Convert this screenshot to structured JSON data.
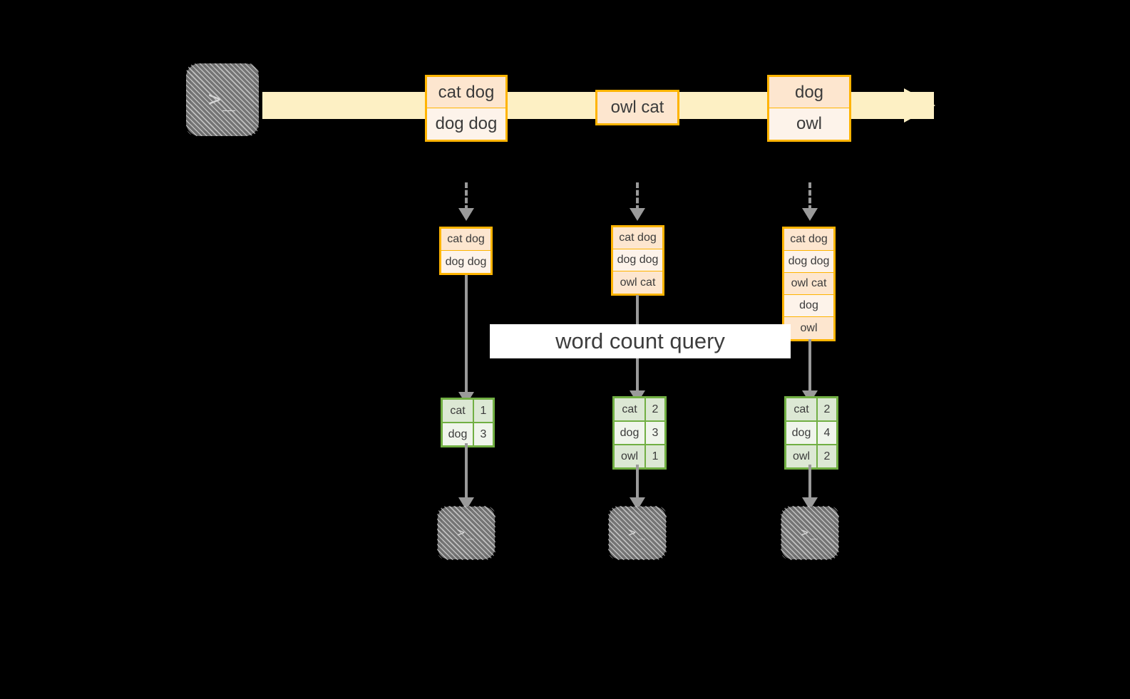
{
  "diagram": {
    "title": "word count streaming query",
    "colors": {
      "background": "#000000",
      "stream_fill": "#fdf0c4",
      "record_border": "#ffb400",
      "record_fill": "#fde6cf",
      "record_fill_alt": "#fdf3ea",
      "result_border": "#71af43",
      "result_fill": "#dce8d4",
      "result_fill_alt": "#f0f5ec",
      "arrow_gray": "#9a9a9a",
      "terminal_gray": "#757575",
      "label_band": "#ffffff",
      "text": "#3b3b3b"
    },
    "label": {
      "text": "word count query"
    },
    "source_terminal": {
      "icon": "terminal-prompt-icon",
      "glyph": ">_"
    },
    "stream_batches": [
      {
        "name": "batch-1",
        "lines": [
          "cat dog",
          "dog dog"
        ]
      },
      {
        "name": "batch-2",
        "lines": [
          "owl cat"
        ]
      },
      {
        "name": "batch-3",
        "lines": [
          "dog",
          "owl"
        ]
      }
    ],
    "triggers": [
      {
        "name": "trigger-1",
        "input_table": [
          "cat dog",
          "dog dog"
        ],
        "result_table": {
          "rows": [
            {
              "word": "cat",
              "count": "1"
            },
            {
              "word": "dog",
              "count": "3"
            }
          ]
        },
        "sink": {
          "icon": "terminal-prompt-icon",
          "glyph": ">_"
        }
      },
      {
        "name": "trigger-2",
        "input_table": [
          "cat dog",
          "dog dog",
          "owl cat"
        ],
        "result_table": {
          "rows": [
            {
              "word": "cat",
              "count": "2"
            },
            {
              "word": "dog",
              "count": "3"
            },
            {
              "word": "owl",
              "count": "1"
            }
          ]
        },
        "sink": {
          "icon": "terminal-prompt-icon",
          "glyph": ">_"
        }
      },
      {
        "name": "trigger-3",
        "input_table": [
          "cat dog",
          "dog dog",
          "owl cat",
          "dog",
          "owl"
        ],
        "result_table": {
          "rows": [
            {
              "word": "cat",
              "count": "2"
            },
            {
              "word": "dog",
              "count": "4"
            },
            {
              "word": "owl",
              "count": "2"
            }
          ]
        },
        "sink": {
          "icon": "terminal-prompt-icon",
          "glyph": ">_"
        }
      }
    ]
  }
}
